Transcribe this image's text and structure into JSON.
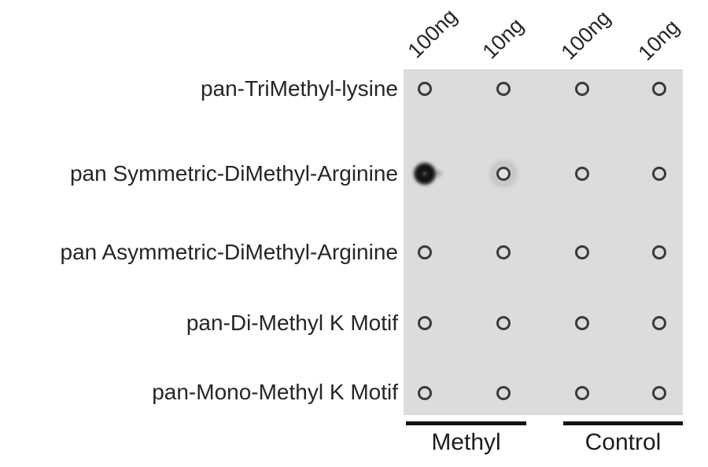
{
  "chart_data": {
    "type": "heatmap",
    "description": "Dot blot: antibodies (rows) probed against Methyl and Control spots at two loads",
    "rows": [
      "pan-TriMethyl-lysine",
      "pan Symmetric-DiMethyl-Arginine",
      "pan Asymmetric-DiMethyl-Arginine",
      "pan-Di-Methyl K Motif",
      "pan-Mono-Methyl K Motif"
    ],
    "columns": [
      "100ng",
      "10ng",
      "100ng",
      "10ng"
    ],
    "column_groups": [
      {
        "label": "Methyl",
        "col_start": 0,
        "col_end": 1
      },
      {
        "label": "Control",
        "col_start": 2,
        "col_end": 3
      }
    ],
    "values": [
      [
        0,
        0,
        0,
        0
      ],
      [
        1,
        0.12,
        0,
        0
      ],
      [
        0,
        0,
        0,
        0
      ],
      [
        0,
        0,
        0,
        0
      ],
      [
        0,
        0,
        0,
        0
      ]
    ],
    "value_scale": "0 = empty printed circle, 1 = strong dark spot"
  },
  "colors": {
    "panel_background": "#dcdcdc",
    "circle_outline": "#3a3a3a",
    "strong_spot": "#101010",
    "weak_halo": "#969696",
    "text": "#262626",
    "group_bar": "#131313",
    "page_background": "#ffffff"
  }
}
